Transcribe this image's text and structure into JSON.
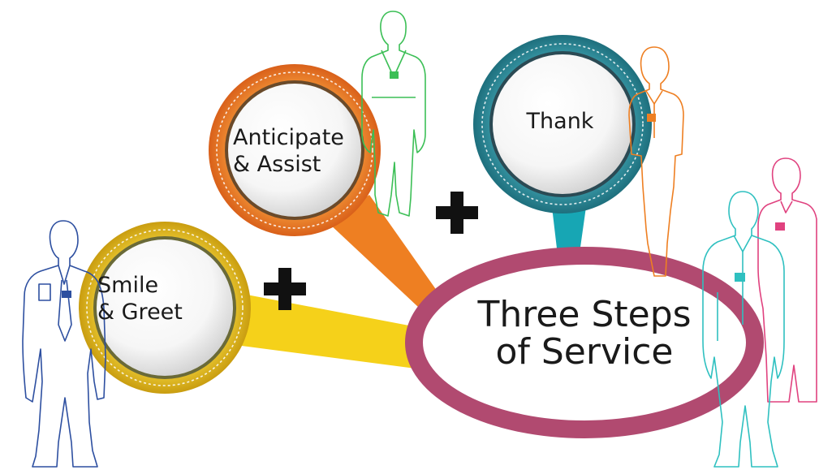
{
  "center": {
    "title_line1": "Three Steps",
    "title_line2": "of Service",
    "color": "#b3466f"
  },
  "steps": [
    {
      "line1": "Smile",
      "line2": "& Greet",
      "color": "#ecc31c"
    },
    {
      "line1": "Anticipate",
      "line2": "& Assist",
      "color": "#ee7f22"
    },
    {
      "line1": "Thank",
      "line2": "",
      "color": "#2a8d9c"
    }
  ],
  "connectors": [
    "plus",
    "plus"
  ],
  "figures": [
    {
      "icon": "person-outline-icon",
      "color": "#2d4fa0"
    },
    {
      "icon": "person-outline-icon",
      "color": "#3cbf56"
    },
    {
      "icon": "person-outline-icon",
      "color": "#ee7f22"
    },
    {
      "icon": "person-outline-icon",
      "color": "#2fc0c0"
    },
    {
      "icon": "person-outline-icon",
      "color": "#e0427f"
    }
  ]
}
